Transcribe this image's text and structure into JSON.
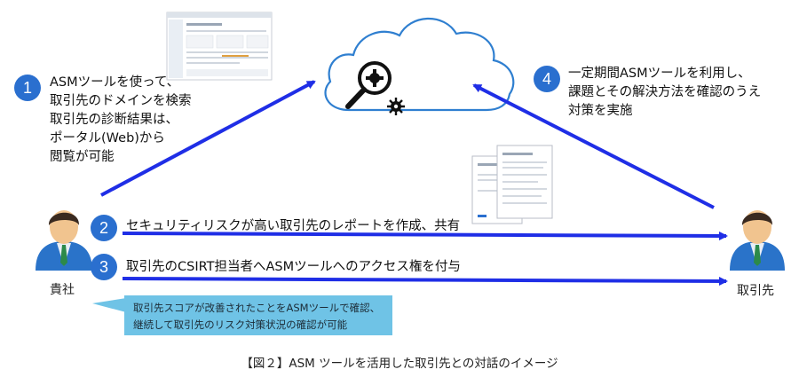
{
  "step1": {
    "num": "1",
    "lines": [
      "ASMツールを使って、",
      "取引先のドメインを検索",
      "取引先の診断結果は、",
      "ポータル(Web)から",
      "閲覧が可能"
    ]
  },
  "step2": {
    "num": "2",
    "text": "セキュリティリスクが高い取引先のレポートを作成、共有"
  },
  "step3": {
    "num": "3",
    "text": "取引先のCSIRT担当者へASMツールへのアクセス権を付与"
  },
  "step4": {
    "num": "4",
    "lines": [
      "一定期間ASMツールを利用し、",
      "課題とその解決方法を確認のうえ",
      "対策を実施"
    ]
  },
  "left_party": "貴社",
  "right_party": "取引先",
  "callout": {
    "lines": [
      "取引先スコアが改善されたことをASMツールで確認、",
      "継続して取引先のリスク対策状況の確認が可能"
    ]
  },
  "caption": "【図２】ASM ツールを活用した取引先との対話のイメージ",
  "colors": {
    "arrow": "#1f2ee6",
    "badge": "#2a6fcf",
    "callout": "#6fc3e6",
    "cloud_stroke": "#2f7fd0"
  },
  "icons": [
    "cloud-icon",
    "magnifier-gear-icon",
    "person-icon",
    "report-icon",
    "portal-screenshot"
  ]
}
